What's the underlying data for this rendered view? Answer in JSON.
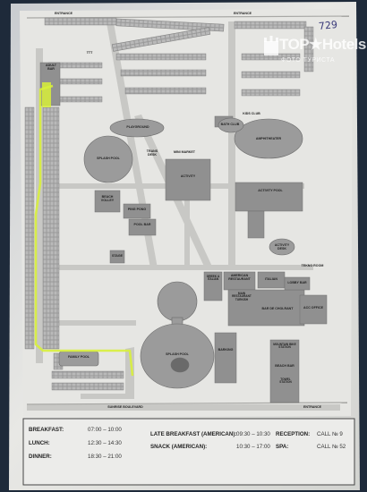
{
  "watermark": {
    "brand": "TOP★Hotels",
    "sub": "ФОТО ТУРИСТА"
  },
  "handwriting": "729",
  "map_labels": {
    "entrance_top": "ENTRANCE",
    "entrance_top_right": "ENTRANCE",
    "ttt": "TTT",
    "adult_bar": "ADULT BAR",
    "playground": "PLAYGROUND",
    "kids_club": "KIDS CLUB",
    "bath_club": "BATH CLUB",
    "amphitheater": "AMPHITHEATER",
    "splash_pool_top": "SPLASH POOL",
    "trans_desk": "TRANS DESK",
    "mini_market": "MINI MARKET",
    "activity": "ACTIVITY",
    "activity_pool": "ACTIVITY POOL",
    "beach_volley": "BEACH VOLLEY",
    "ping_pong": "PING PONG",
    "pool_bar": "POOL BAR",
    "activity_desk": "ACTIVITY DESK",
    "stage": "STAGE",
    "tekno_room": "TEKNO ROOM",
    "greek_italian": "GREEK & ITALIAN",
    "american_restaurant": "AMERICAN RESTAURANT",
    "italian": "ITALIAN",
    "lobby_bar": "LOBBY BAR",
    "main_restaurant": "MAIN RESTAURANT TURKISH",
    "bar_de_cholrant": "BAR DE CHOLRANT",
    "acc_office": "ACC OFFICE",
    "splash_pool_main": "SPLASH POOL",
    "family_pool": "FAMILY POOL",
    "mountain_bike": "MOUNTAIN BIKE STATION",
    "beach_bar": "BEACH BAR",
    "towel_station": "TOWEL STATION",
    "sunrise_boulevard": "SUNRISE BOULEVARD",
    "entrance_bottom": "ENTRANCE",
    "barking": "BARKING"
  },
  "schedule": {
    "breakfast_label": "BREAKFAST:",
    "breakfast_time": "07:00 – 10:00",
    "lunch_label": "LUNCH:",
    "lunch_time": "12:30 – 14:30",
    "dinner_label": "DINNER:",
    "dinner_time": "18:30 – 21:00",
    "late_breakfast_label": "LATE BREAKFAST (AMERICAN):",
    "late_breakfast_time": "09:30 – 10:30",
    "snack_label": "SNACK (AMERICAN):",
    "snack_time": "10:30 – 17:00",
    "reception_label": "RECEPTION:",
    "reception_call": "CALL № 9",
    "spa_label": "SPA:",
    "spa_call": "CALL № 52"
  },
  "colors": {
    "paper": "#e9e9e6",
    "building": "#8f8f8f",
    "path": "#c9c9c6",
    "highlight": "#d8f03a",
    "background": "#1e2a3a"
  }
}
